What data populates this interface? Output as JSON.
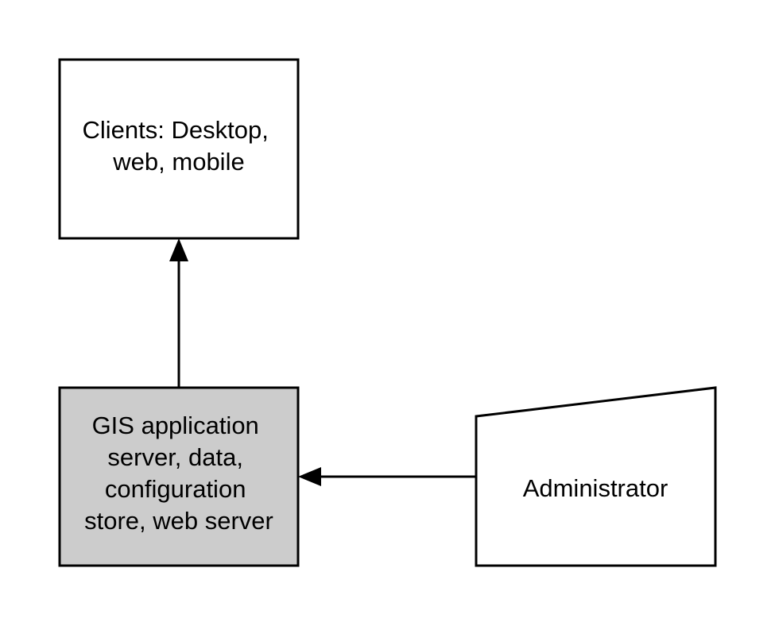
{
  "colors": {
    "stroke": "#000000",
    "background": "#ffffff",
    "server_fill": "#cccccc",
    "default_fill": "#ffffff"
  },
  "nodes": {
    "clients": {
      "lines": [
        "Clients: Desktop,",
        "web, mobile"
      ]
    },
    "server": {
      "lines": [
        "GIS application",
        "server, data,",
        "configuration",
        "store, web server"
      ]
    },
    "administrator": {
      "lines": [
        "Administrator"
      ]
    }
  },
  "edges": [
    {
      "from": "server",
      "to": "clients"
    },
    {
      "from": "administrator",
      "to": "server"
    }
  ]
}
